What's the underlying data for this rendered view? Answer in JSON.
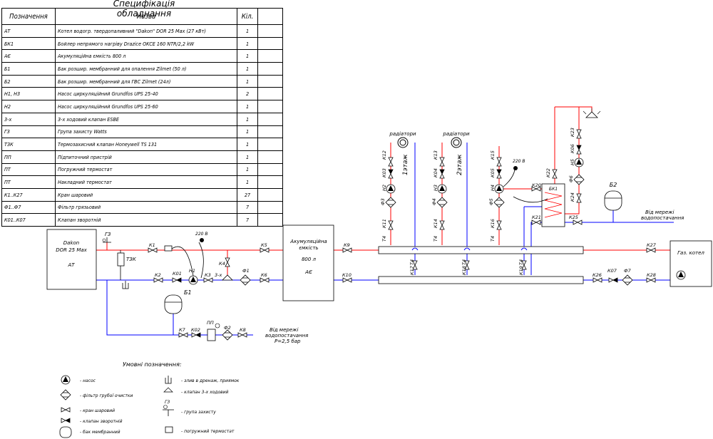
{
  "spec": {
    "title": "Специфікація обладнання",
    "headers": [
      "Позначення",
      "Назва",
      "Кіл."
    ],
    "rows": [
      [
        "АТ",
        "Котел водогр. твердопаливний \"Dakon\" DOR 25 Max (27 кВт)",
        "1"
      ],
      [
        "БК1",
        "Бойлер непрямого нагріву Drazice OKCE 160 NTR/2,2 kW",
        "1"
      ],
      [
        "АЄ",
        "Акумуляційна ємкість 800 л",
        "1"
      ],
      [
        "Б1",
        "Бак розшир. мембранний для опалення Zilmet (50 л)",
        "1"
      ],
      [
        "Б2",
        "Бак розшир. мембранний для ГВС Zilmet (24л)",
        "1"
      ],
      [
        "Н1, Н3",
        "Насос циркуляційний Grundfos UPS 25-40",
        "2"
      ],
      [
        "Н2",
        "Насос циркуляційний Grundfos UPS 25-60",
        "1"
      ],
      [
        "3-х",
        "3-х ходовий клапан ESBE",
        "1"
      ],
      [
        "ГЗ",
        "Група захисту Watts",
        "1"
      ],
      [
        "ТЗК",
        "Термозахисний клапан Honeywell TS 131",
        "1"
      ],
      [
        "ПП",
        "Підпиточний пристрій",
        "1"
      ],
      [
        "ПТ",
        "Погружний термостат",
        "1"
      ],
      [
        "ПТ",
        "Накладний термостат",
        "1"
      ],
      [
        "К1..К27",
        "Кран шаровий",
        "27"
      ],
      [
        "Ф1..Ф7",
        "Фільтр грязьовий",
        "7"
      ],
      [
        "К01..К07",
        "Клапан зворотній",
        "7"
      ]
    ]
  },
  "diagram": {
    "boiler": {
      "name": "Dakon",
      "model": "DOR 25 Max",
      "code": "АТ"
    },
    "tank": {
      "line1": "Акумуляційна",
      "line2": "ємкість",
      "volume": "800 л",
      "code": "АЄ"
    },
    "gas_boiler": "Газ. котел",
    "radiators_label": "радіатори",
    "floor1": "1этаж",
    "floor2": "2этаж",
    "voltage": "220 В",
    "water_supply_1": "Від мережі",
    "water_supply_2": "водопостачання",
    "pressure": "P=2,5 бар",
    "labels": {
      "gz": "ГЗ",
      "tzk": "ТЗК",
      "k1": "К1",
      "k2": "К2",
      "k01": "К01",
      "n1": "Н1",
      "k3": "К3",
      "k4": "К4",
      "three_way": "3-х",
      "k5": "К5",
      "k6": "К6",
      "f1": "Ф1",
      "b1": "Б1",
      "k7": "К7",
      "k02": "К02",
      "pp": "ПП",
      "f2": "Ф2",
      "k8": "К8",
      "k9": "К9",
      "k10": "К10",
      "k11": "К11",
      "k12": "К12",
      "k03": "К03",
      "n2": "Н2",
      "f3": "Ф3",
      "t4": "Т4",
      "k13": "К13",
      "k04": "К04",
      "n3": "Н3",
      "f4": "Ф4",
      "k14": "К14",
      "k15": "К15",
      "k05": "К05",
      "n4": "Н4",
      "f5": "Ф5",
      "k16": "К16",
      "k17": "К17",
      "k18": "К18",
      "k19": "К19",
      "k20": "К20",
      "bk1": "БК1",
      "k21": "К21",
      "k22": "К22",
      "k23": "К23",
      "k06": "К06",
      "n5": "Н5",
      "f6": "Ф6",
      "k24": "К24",
      "k25": "К25",
      "b2": "Б2",
      "k26": "К26",
      "k07": "К07",
      "f7": "Ф7",
      "k27": "К27",
      "k28": "К28"
    }
  },
  "legend": {
    "title": "Умовні позначення:",
    "items": [
      "- насос",
      "- фільтр грубої очистки",
      "- кран шаровий",
      "- клапан зворотній",
      "- бак мембранний",
      "- злив в дренаж, приямок",
      "- клапан 3-х ходовий",
      "- група захисту",
      "- погружний термостат"
    ],
    "gz_label": "ГЗ"
  },
  "colors": {
    "supply": "#ff0000",
    "return": "#0000ff",
    "line": "#000000"
  }
}
